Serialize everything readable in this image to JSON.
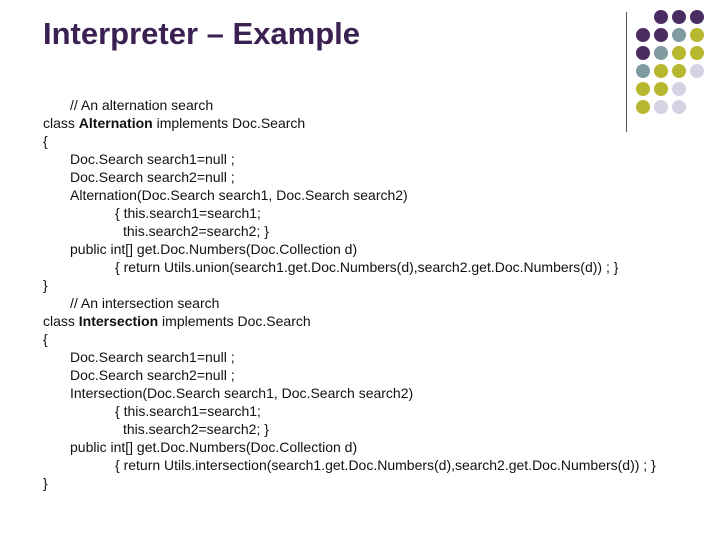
{
  "slide": {
    "title": "Interpreter – Example"
  },
  "colors": {
    "purple": "#4a2c63",
    "slate": "#7f9aa0",
    "olive": "#b7b832",
    "lavender": "#d4d2e3"
  },
  "code": {
    "l1": "// An alternation search",
    "l2_pre": "class ",
    "l2_kw": "Alternation",
    "l2_post": " implements Doc.Search",
    "l3": "{",
    "l4": "Doc.Search search1=null ;",
    "l5": "Doc.Search search2=null ;",
    "l6": "Alternation(Doc.Search search1, Doc.Search search2)",
    "l7": "{ this.search1=search1;",
    "l8": "this.search2=search2; }",
    "l9": "public int[] get.Doc.Numbers(Doc.Collection d)",
    "l10": "{ return Utils.union(search1.get.Doc.Numbers(d),search2.get.Doc.Numbers(d)) ; }",
    "l11": "}",
    "l12": "// An intersection search",
    "l13_pre": "class ",
    "l13_kw": "Intersection",
    "l13_post": " implements Doc.Search",
    "l14": "{",
    "l15": "Doc.Search search1=null ;",
    "l16": "Doc.Search search2=null ;",
    "l17": "Intersection(Doc.Search search1, Doc.Search search2)",
    "l18": "{ this.search1=search1;",
    "l19": "this.search2=search2; }",
    "l20": "public int[] get.Doc.Numbers(Doc.Collection d)",
    "l21": "{ return Utils.intersection(search1.get.Doc.Numbers(d),search2.get.Doc.Numbers(d)) ; }",
    "l22": "}"
  }
}
